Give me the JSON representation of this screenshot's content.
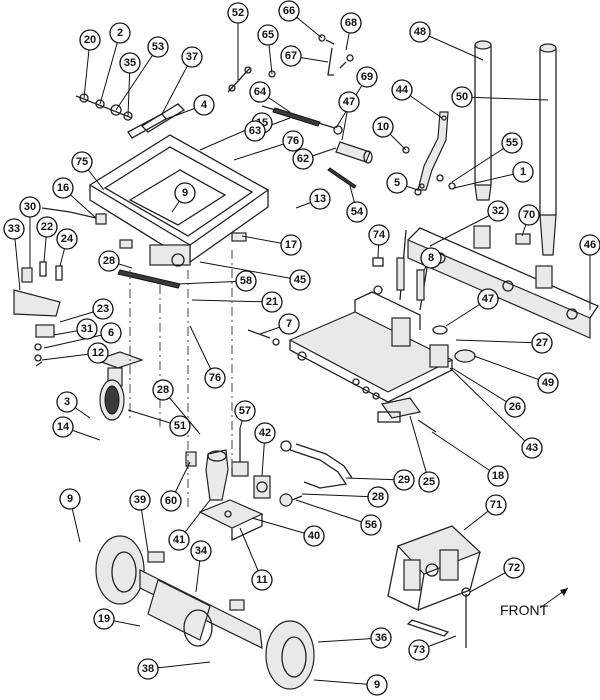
{
  "front_label": "FRONT",
  "callouts": [
    "20",
    "2",
    "53",
    "35",
    "37",
    "4",
    "15",
    "52",
    "66",
    "65",
    "67",
    "68",
    "64",
    "63",
    "69",
    "76",
    "47",
    "62",
    "48",
    "50",
    "44",
    "10",
    "55",
    "1",
    "5",
    "75",
    "9",
    "16",
    "13",
    "30",
    "22",
    "24",
    "33",
    "28",
    "17",
    "45",
    "58",
    "21",
    "7",
    "54",
    "32",
    "70",
    "74",
    "8",
    "46",
    "47",
    "27",
    "49",
    "26",
    "43",
    "18",
    "25",
    "29",
    "28",
    "56",
    "40",
    "11",
    "41",
    "60",
    "57",
    "42",
    "28",
    "51",
    "3",
    "14",
    "23",
    "31",
    "6",
    "12",
    "76",
    "9",
    "39",
    "34",
    "19",
    "38",
    "36",
    "9",
    "71",
    "72",
    "73"
  ]
}
